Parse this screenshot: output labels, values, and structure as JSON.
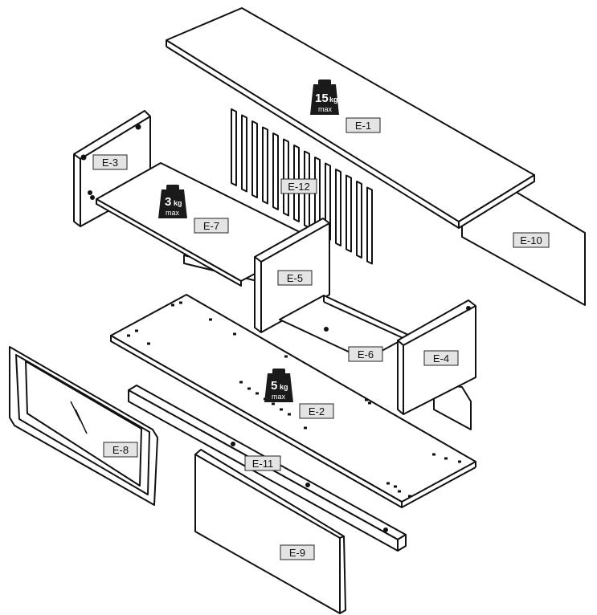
{
  "parts": {
    "e1": "E-1",
    "e2": "E-2",
    "e3": "E-3",
    "e4": "E-4",
    "e5": "E-5",
    "e6": "E-6",
    "e7": "E-7",
    "e8": "E-8",
    "e9": "E-9",
    "e10": "E-10",
    "e11": "E-11",
    "e12": "E-12"
  },
  "weights": {
    "top": {
      "value": "15",
      "unit": "kg",
      "note": "max"
    },
    "shelf": {
      "value": "3",
      "unit": "kg",
      "note": "max"
    },
    "bottom": {
      "value": "5",
      "unit": "kg",
      "note": "max"
    }
  },
  "colors": {
    "line": "#111111",
    "fill": "#ffffff",
    "label_bg": "#e4e4e4",
    "weight_icon": "#1a1a1a"
  }
}
